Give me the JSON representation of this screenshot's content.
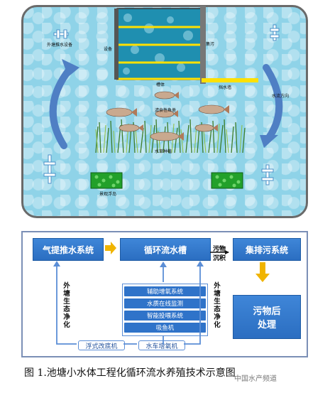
{
  "pond": {
    "labels": {
      "push_device": "外塘推水设备",
      "equipment": "设备",
      "collect": "集污",
      "tank": "槽体",
      "retaining_wall": "挡水墙",
      "fish": "滤食性鱼类",
      "water_plants": "水草种植",
      "flow_direction": "水流方向",
      "landscape_float": "景观浮岛"
    }
  },
  "flow": {
    "air_lift": "气提推水系统",
    "circulation_tank": "循环流水槽",
    "waste_collection": "集排污系统",
    "pollutant_label": [
      "污物",
      "沉积"
    ],
    "post_treatment": [
      "污物后",
      "处理"
    ],
    "left_purification": [
      "外",
      "塘",
      "生",
      "态",
      "净",
      "化"
    ],
    "right_purification": [
      "外",
      "塘",
      "生",
      "态",
      "净",
      "化"
    ],
    "subsystems": [
      "辅助增氧系统",
      "水质在线监测",
      "智能投喂系统",
      "吸鱼机"
    ],
    "bottom_left": "浮式改底机",
    "bottom_right": "水车增氧机",
    "colors": {
      "box": "#2f73c9",
      "arrow": "#f0b400",
      "pill_border": "#5b8ed6"
    }
  },
  "caption": "图 1.池塘小水体工程化循环流水养殖技术示意图",
  "watermark": "中国水产频道"
}
